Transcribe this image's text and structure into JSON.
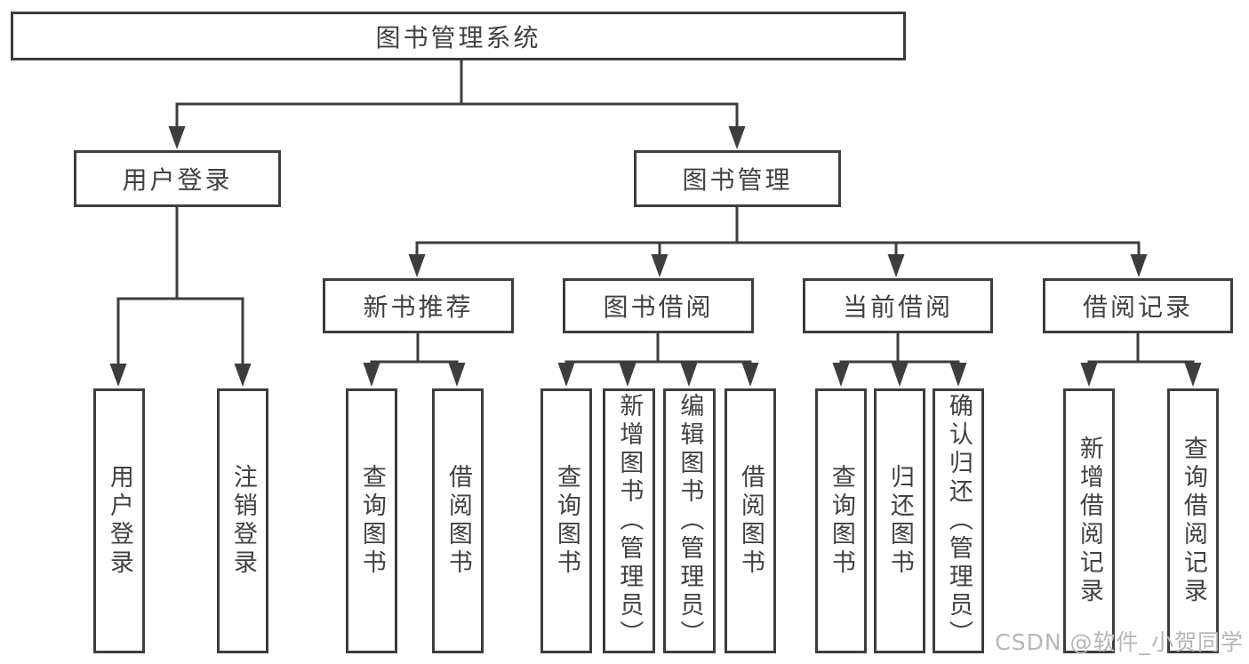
{
  "diagram": {
    "root": "图书管理系统",
    "branches": [
      {
        "label": "用户登录",
        "children": [
          "用户登录",
          "注销登录"
        ]
      },
      {
        "label": "图书管理",
        "children": [
          {
            "label": "新书推荐",
            "children": [
              "查询图书",
              "借阅图书"
            ]
          },
          {
            "label": "图书借阅",
            "children": [
              "查询图书",
              "新增图书（管理员）",
              "编辑图书（管理员）",
              "借阅图书"
            ]
          },
          {
            "label": "当前借阅",
            "children": [
              "查询图书",
              "归还图书",
              "确认归还（管理员）"
            ]
          },
          {
            "label": "借阅记录",
            "children": [
              "新增借阅记录",
              "查询借阅记录"
            ]
          }
        ]
      }
    ]
  },
  "watermark": "CSDN @软件_小贺同学",
  "colors": {
    "line": "#3d3d3d",
    "text": "#414141",
    "background": "#ffffff",
    "watermark": "#b6b6b6"
  }
}
